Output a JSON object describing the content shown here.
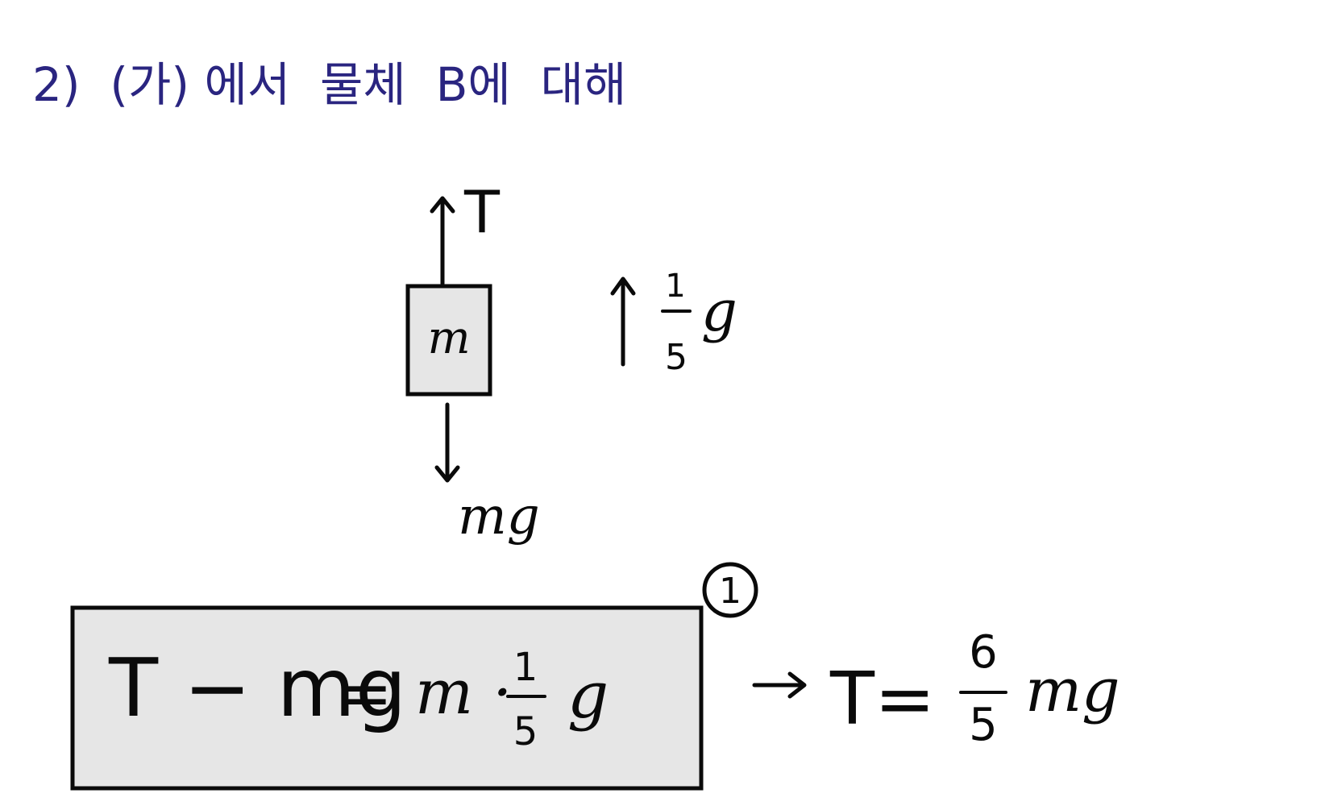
{
  "heading": {
    "text": "2)  (가) 에서  물체  B에  대해",
    "color": "#2a2580"
  },
  "diagram": {
    "block_label": "m",
    "tension_label": "T",
    "weight_label": "mg",
    "acceleration": {
      "numerator": "1",
      "denominator": "5",
      "symbol": "g"
    }
  },
  "equation": {
    "lhs": "T − mg",
    "equals": "=",
    "rhs_mass": "m ·",
    "rhs_numerator": "1",
    "rhs_denominator": "5",
    "rhs_symbol": "g",
    "marker": "①"
  },
  "result": {
    "arrow": "→",
    "lhs": "T=",
    "numerator": "6",
    "denominator": "5",
    "symbol": "mg"
  },
  "colors": {
    "ink": "#0a0a0a",
    "box_fill": "#e6e6e6",
    "heading": "#2a2580"
  }
}
